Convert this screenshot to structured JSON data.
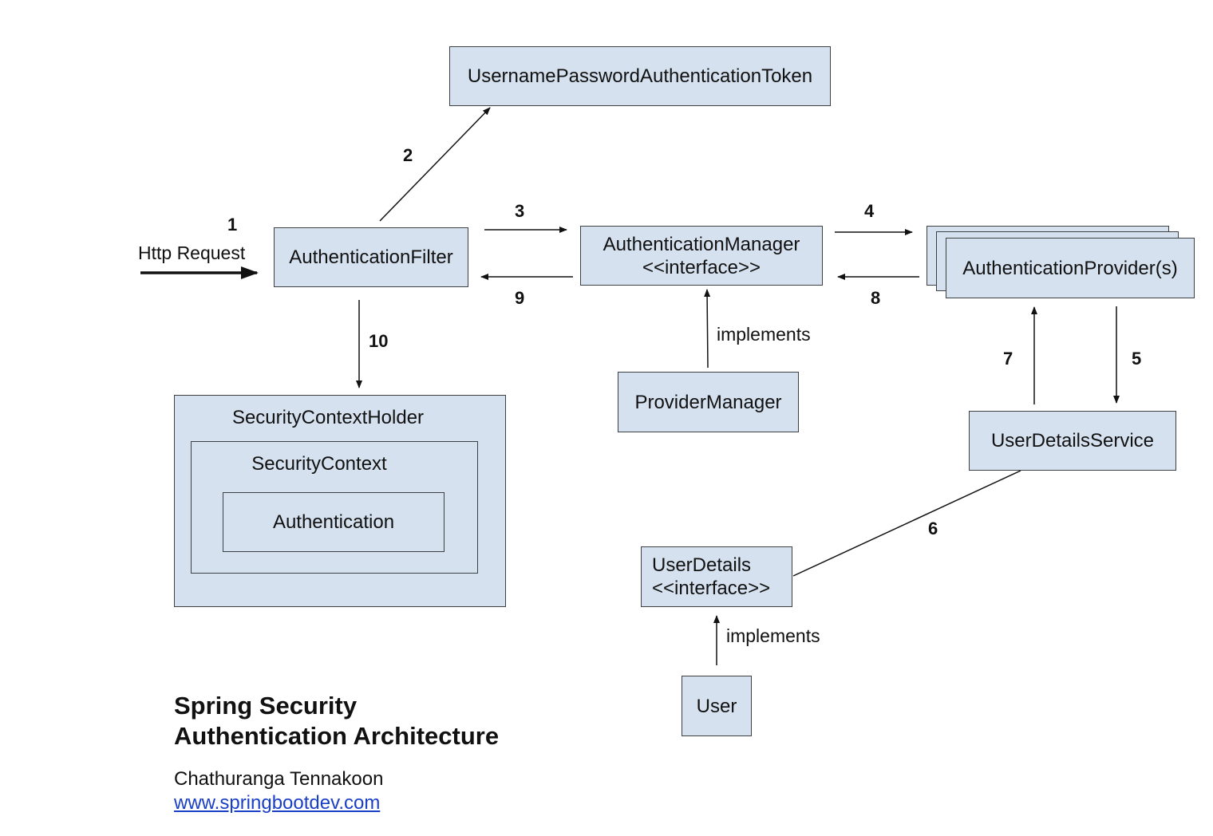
{
  "diagram": {
    "nodes": {
      "token": "UsernamePasswordAuthenticationToken",
      "filter": "AuthenticationFilter",
      "manager": "AuthenticationManager",
      "manager_stereotype": "<<interface>>",
      "provider": "AuthenticationProvider(s)",
      "provider_manager": "ProviderManager",
      "user_details_service": "UserDetailsService",
      "context_holder": "SecurityContextHolder",
      "context": "SecurityContext",
      "authentication": "Authentication",
      "user_details": "UserDetails",
      "user_details_stereotype": "<<interface>>",
      "user": "User"
    },
    "http_request": "Http Request",
    "step_labels": {
      "s1": "1",
      "s2": "2",
      "s3": "3",
      "s4": "4",
      "s5": "5",
      "s6": "6",
      "s7": "7",
      "s8": "8",
      "s9": "9",
      "s10": "10"
    },
    "implements_1": "implements",
    "implements_2": "implements"
  },
  "footer": {
    "title_line1": "Spring Security",
    "title_line2": "Authentication Architecture",
    "author": "Chathuranga Tennakoon",
    "website": "www.springbootdev.com"
  }
}
